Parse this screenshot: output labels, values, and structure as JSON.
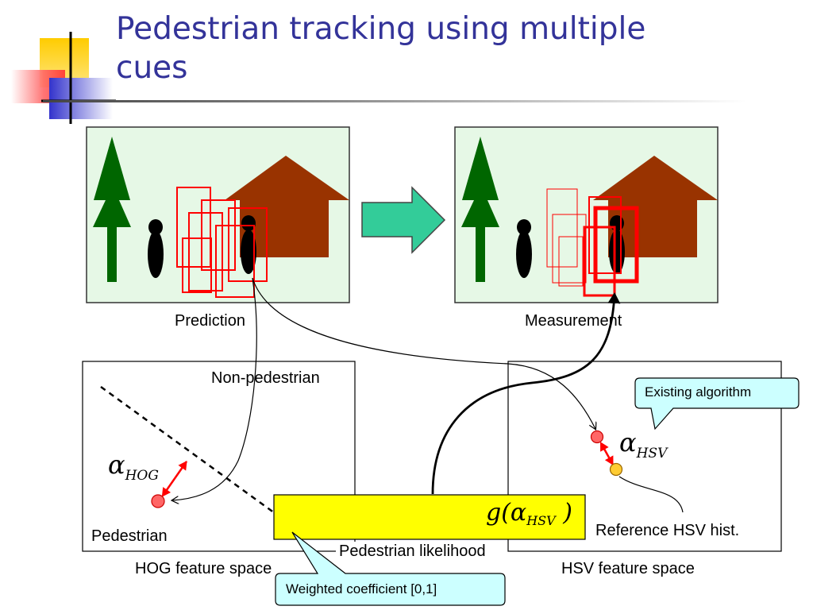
{
  "slide": {
    "title": "Pedestrian tracking using multiple cues"
  },
  "panels": {
    "prediction_label": "Prediction",
    "measurement_label": "Measurement"
  },
  "hog_space": {
    "region_upper": "Non-pedestrian",
    "region_lower": "Pedestrian",
    "caption": "HOG feature space",
    "alpha_symbol": "α",
    "alpha_subscript": "HOG"
  },
  "hsv_space": {
    "caption": "HSV feature space",
    "alpha_symbol": "α",
    "alpha_subscript": "HSV",
    "reference_label": "Reference HSV hist."
  },
  "likelihood": {
    "func_prefix": "g(",
    "alpha_symbol": "α",
    "alpha_subscript": "HSV",
    "func_suffix": " )",
    "label": "Pedestrian likelihood"
  },
  "callouts": {
    "existing": "Existing algorithm",
    "weighted": "Weighted coefficient [0,1]"
  },
  "colors": {
    "title": "#333399",
    "scene_bg": "#e6f8e6",
    "tree": "#006600",
    "house": "#993300",
    "box": "#ff0000",
    "arrow_fill": "#33cc99",
    "likelihood_fill": "#ffff00",
    "callout_fill": "#ccffff",
    "dot_red": "#ff6666",
    "dot_orange": "#ffcc33"
  }
}
